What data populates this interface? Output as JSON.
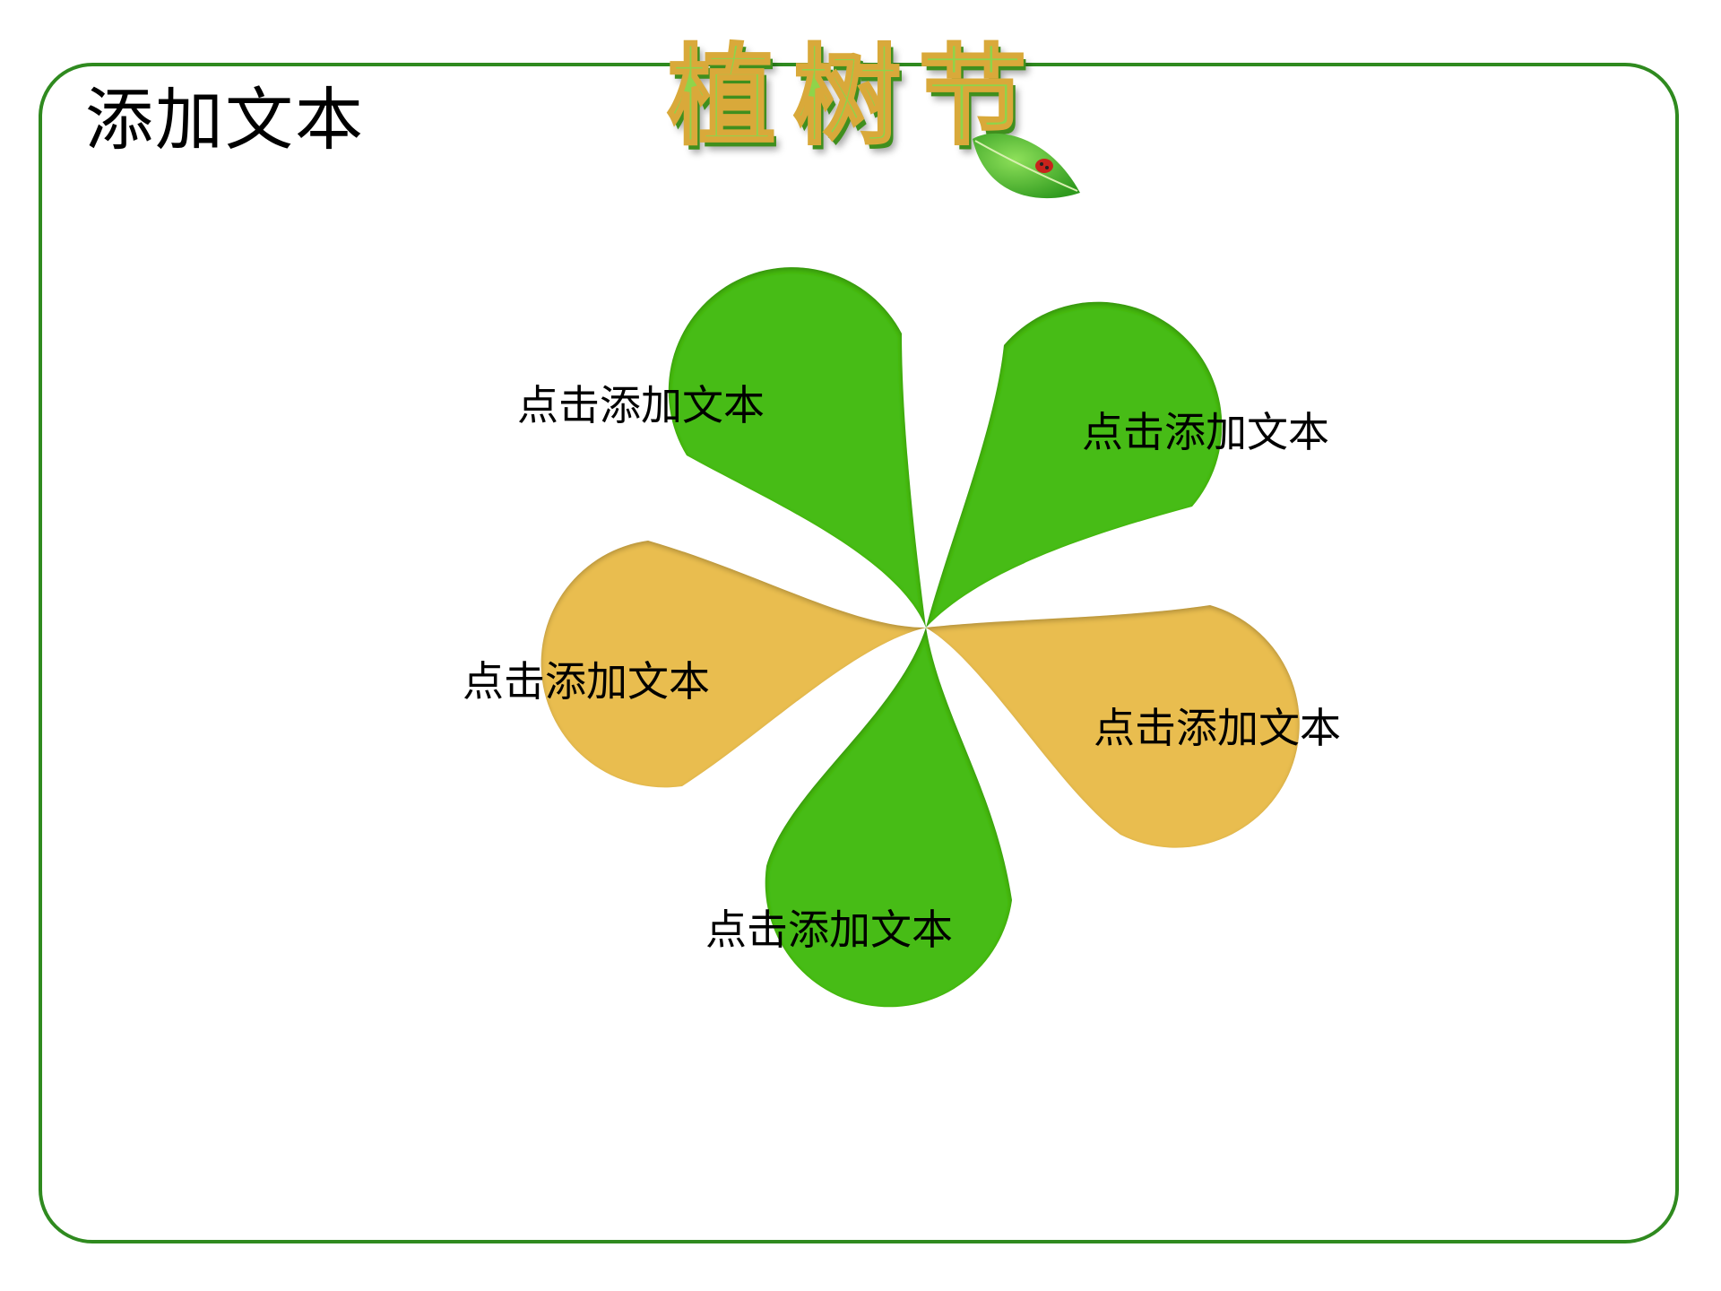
{
  "slide": {
    "title": "添加文本",
    "logo_text": "植树节",
    "colors": {
      "border": "#2f8a1f",
      "petal_green": "#46bc12",
      "petal_yellow": "#e9bd4f"
    }
  },
  "petals": [
    {
      "label": "点击添加文本",
      "color": "green",
      "position": "top-left"
    },
    {
      "label": "点击添加文本",
      "color": "green",
      "position": "top-right"
    },
    {
      "label": "点击添加文本",
      "color": "yellow",
      "position": "left"
    },
    {
      "label": "点击添加文本",
      "color": "yellow",
      "position": "right"
    },
    {
      "label": "点击添加文本",
      "color": "green",
      "position": "bottom"
    }
  ]
}
